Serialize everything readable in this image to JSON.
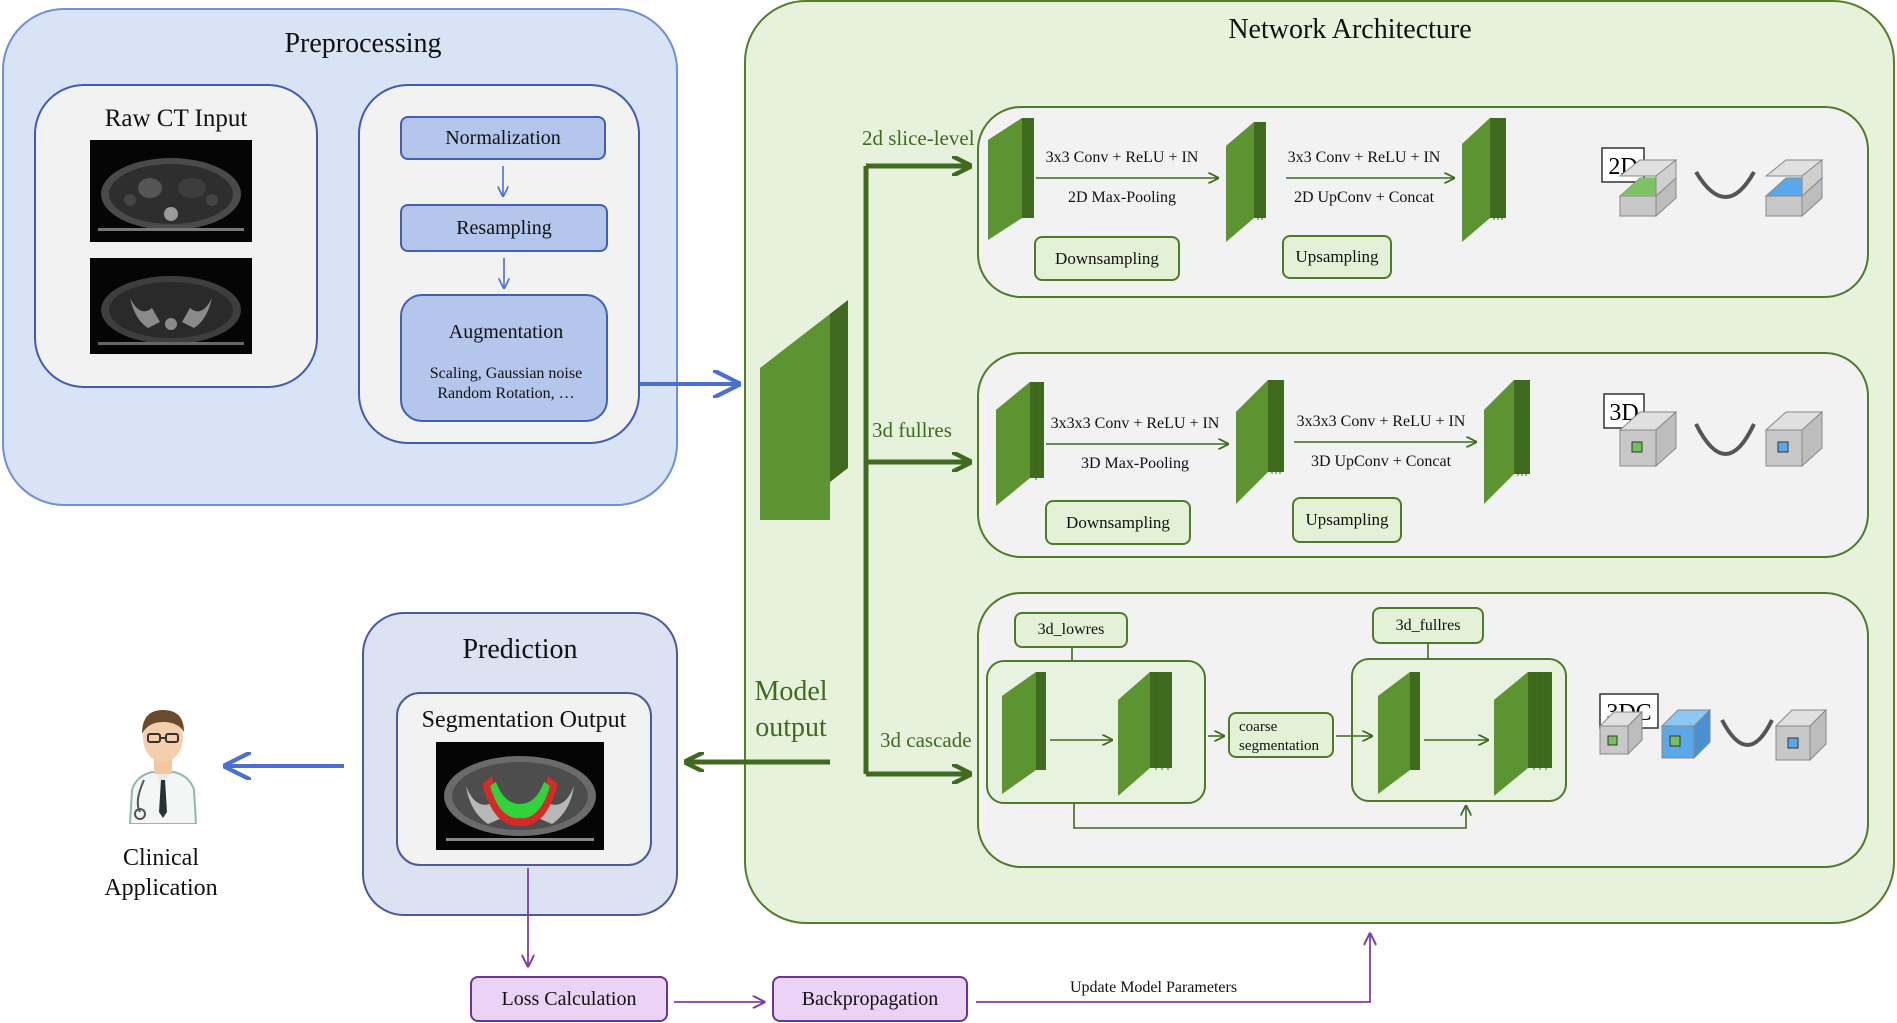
{
  "preprocessing": {
    "title": "Preprocessing",
    "raw_ct_title": "Raw CT Input",
    "steps": [
      "Normalization",
      "Resampling",
      "Augmentation"
    ],
    "augmentation_detail_1": "Scaling, Gaussian noise",
    "augmentation_detail_2": "Random Rotation, …"
  },
  "network": {
    "title": "Network Architecture",
    "branches": [
      "2d slice-level",
      "3d fullres",
      "3d cascade"
    ],
    "row2d": {
      "conv_down": "3x3 Conv + ReLU + IN",
      "pool": "2D Max-Pooling",
      "conv_up": "3x3 Conv + ReLU + IN",
      "upconv": "2D UpConv + Concat",
      "down_label": "Downsampling",
      "up_label": "Upsampling",
      "badge": "2D"
    },
    "row3d": {
      "conv_down": "3x3x3 Conv + ReLU + IN",
      "pool": "3D Max-Pooling",
      "conv_up": "3x3x3 Conv + ReLU + IN",
      "upconv": "3D UpConv + Concat",
      "down_label": "Downsampling",
      "up_label": "Upsampling",
      "badge": "3D"
    },
    "cascade": {
      "lowres": "3d_lowres",
      "fullres": "3d_fullres",
      "coarse_1": "coarse",
      "coarse_2": "segmentation",
      "badge": "3DC"
    }
  },
  "model_output": {
    "line1": "Model",
    "line2": "output"
  },
  "prediction": {
    "title": "Prediction",
    "output_title": "Segmentation Output"
  },
  "clinical": {
    "line1": "Clinical",
    "line2": "Application"
  },
  "training": {
    "loss": "Loss Calculation",
    "backprop": "Backpropagation",
    "update": "Update Model Parameters"
  },
  "colors": {
    "layer_green": "#5c9431",
    "arrow_blue": "#4a6fd0",
    "arrow_green": "#3f6a1f",
    "arrow_purple": "#7e3fa8",
    "seg_green": "#2fd43a",
    "seg_red": "#d42a2a",
    "cube_green": "#74c05a",
    "cube_blue": "#5aa8e8"
  }
}
